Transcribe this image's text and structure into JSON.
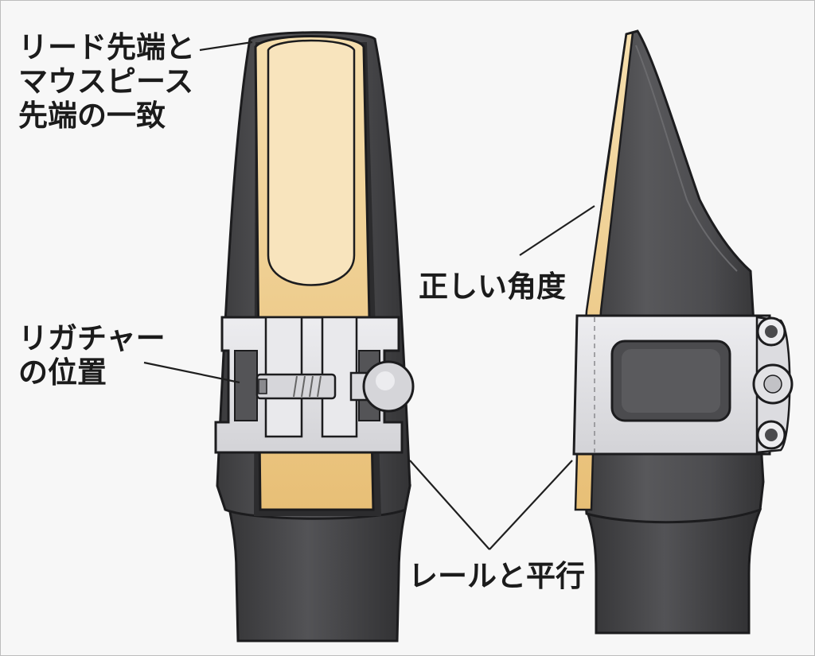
{
  "labels": {
    "tip_alignment": [
      "リード先端と",
      "マウスピース",
      "先端の一致"
    ],
    "ligature_position": [
      "リガチャー",
      "の位置"
    ],
    "correct_angle": "正しい角度",
    "parallel_to_rails": "レールと平行"
  },
  "colors": {
    "background": "#f7f7f7",
    "mouthpiece": "#4a4a4c",
    "mouthpiece_edge": "#1f1f21",
    "reed": "#edc987",
    "reed_light": "#f7e0b1",
    "ligature": "#e3e3e6",
    "leader_line": "#1f1f1f"
  }
}
